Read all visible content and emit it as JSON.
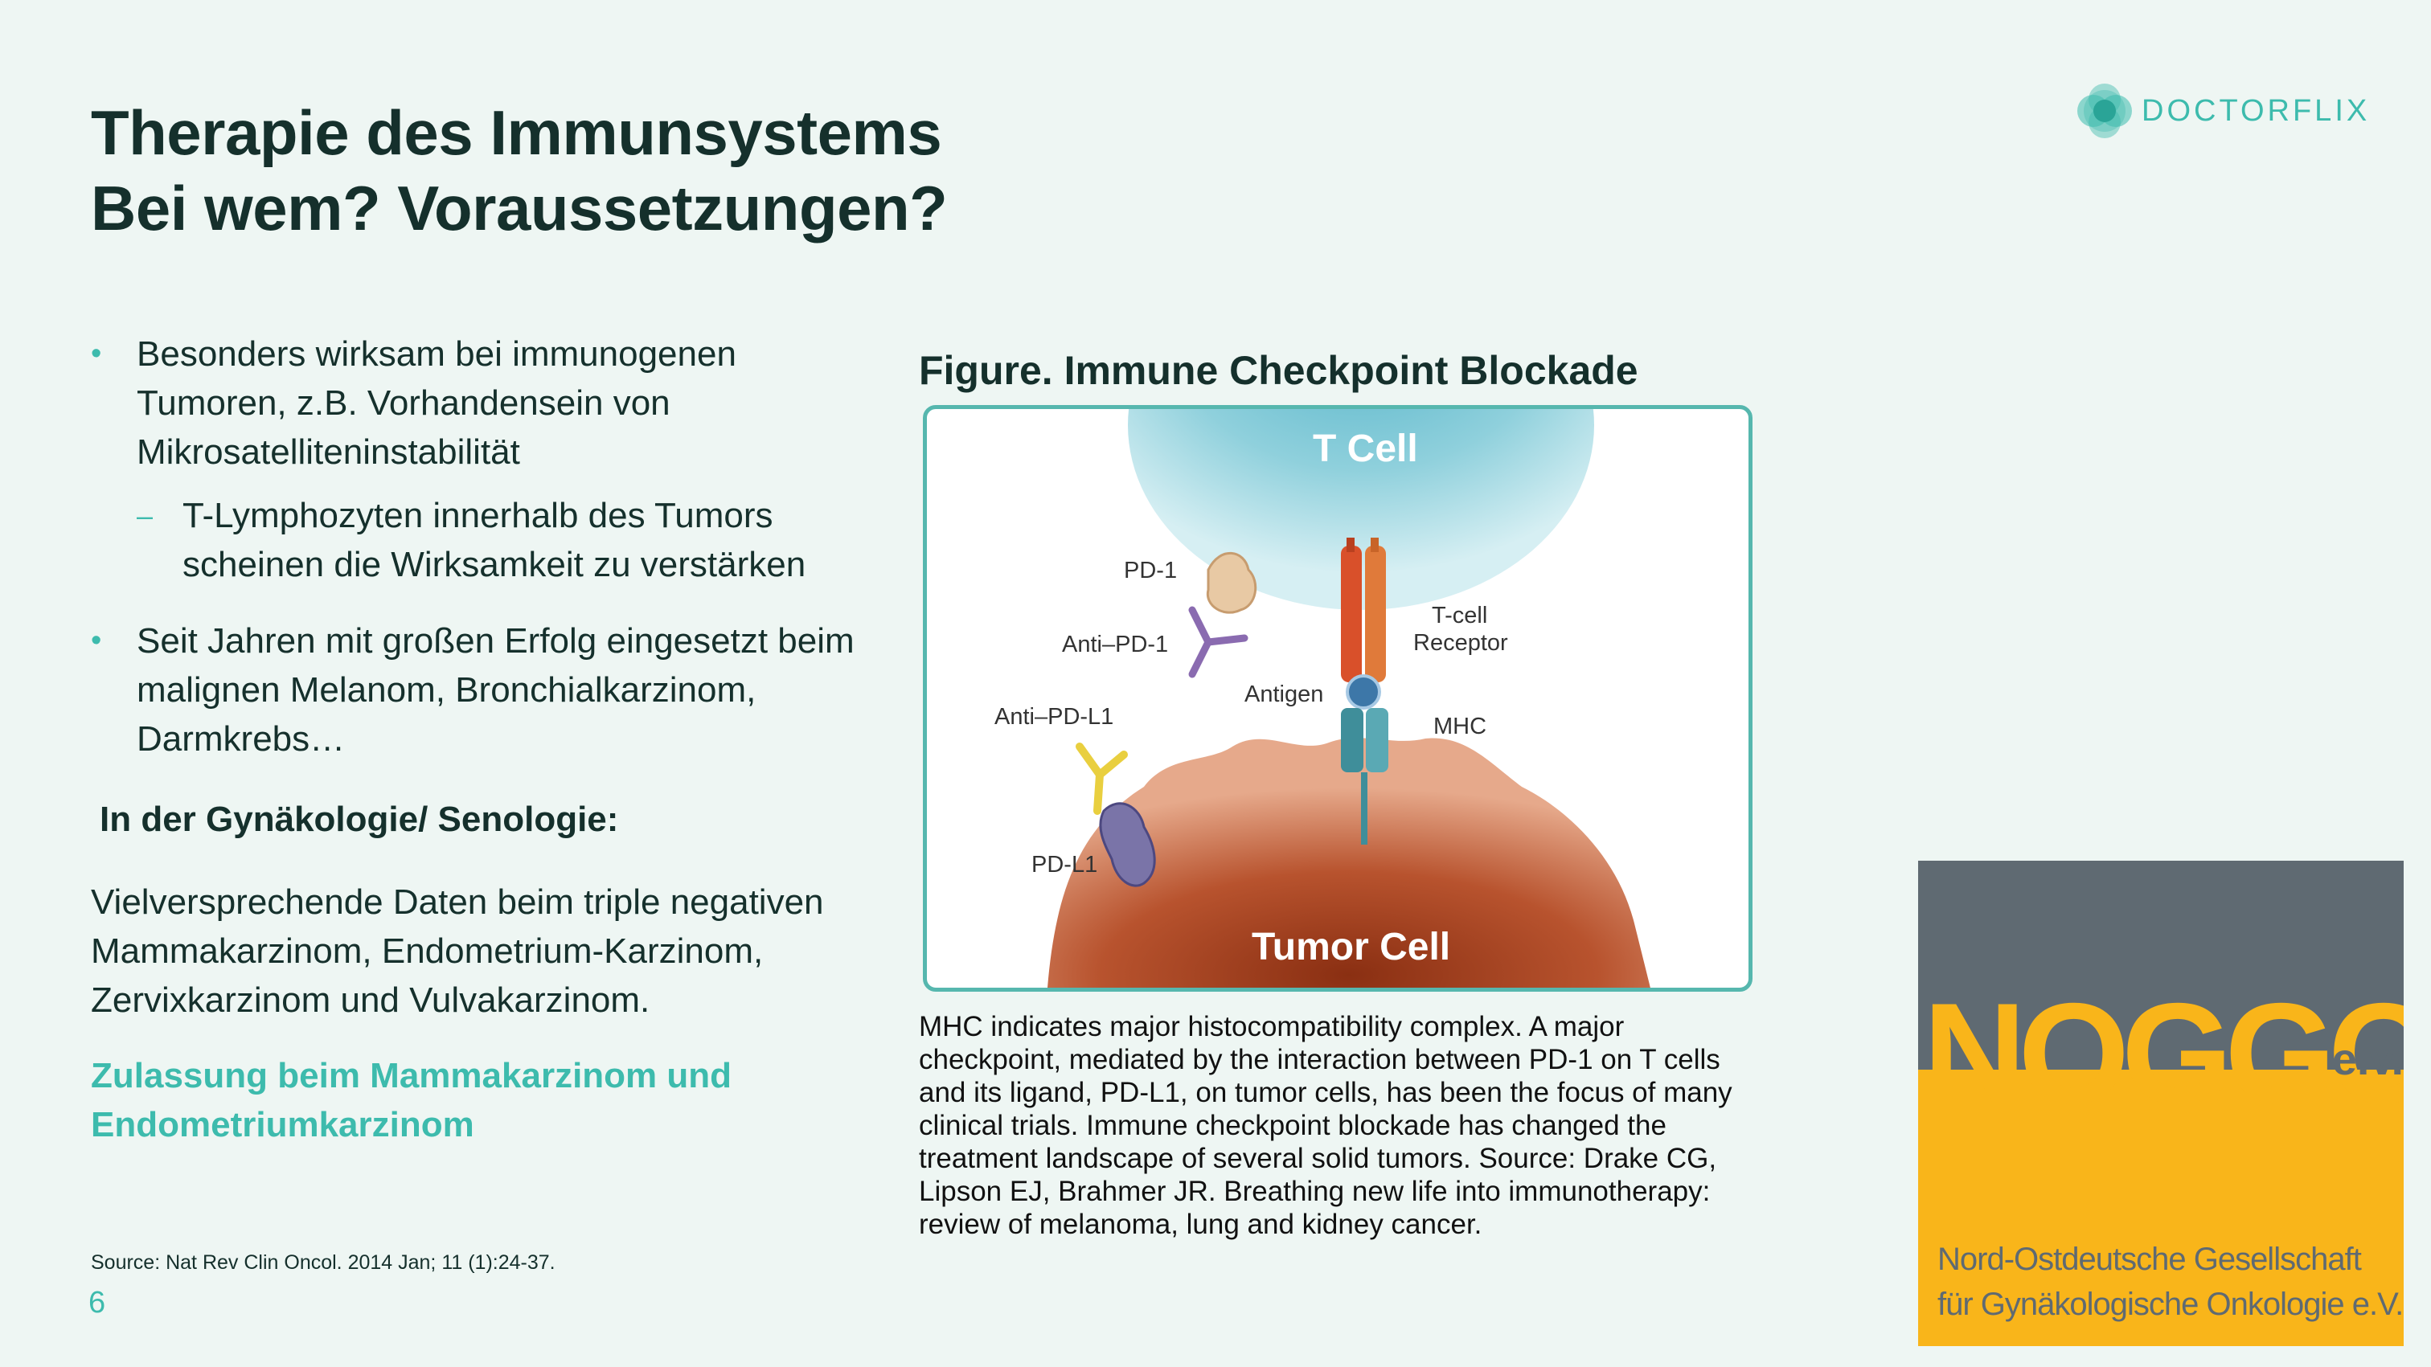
{
  "slide": {
    "title_line1": "Therapie des Immunsystems",
    "title_line2": "Bei wem? Voraussetzungen?",
    "page_number": "6"
  },
  "brand": {
    "name": "DOCTORFLIX",
    "color": "#3dbbad"
  },
  "bullets": {
    "b1": "Besonders wirksam bei immunogenen Tumoren, z.B. Vorhandensein von Mikrosatelliteninstabilität",
    "b1_sub": "T-Lymphozyten innerhalb des Tumors scheinen die Wirksamkeit zu verstärken",
    "b2": "Seit Jahren mit großen Erfolg eingesetzt beim malignen Melanom, Bronchialkarzinom, Darmkrebs…"
  },
  "gyn": {
    "heading": "In der Gynäkologie/ Senologie:",
    "text": "Vielversprechende Daten beim triple negativen Mammakarzinom, Endometrium-Karzinom, Zervixkarzinom und Vulvakarzinom.",
    "approval": "Zulassung beim Mammakarzinom und Endometriumkarzinom"
  },
  "source": "Source: Nat Rev Clin Oncol. 2014 Jan; 11 (1):24-37.",
  "figure": {
    "title": "Figure. Immune Checkpoint Blockade",
    "labels": {
      "t_cell": "T Cell",
      "tumor_cell": "Tumor Cell",
      "pd1": "PD-1",
      "anti_pd1": "Anti–PD-1",
      "antigen": "Antigen",
      "anti_pdl1": "Anti–PD-L1",
      "pdl1": "PD-L1",
      "tcr_line1": "T-cell",
      "tcr_line2": "Receptor",
      "mhc": "MHC"
    },
    "caption": "MHC indicates major histocompatibility complex. A major checkpoint, mediated by the interaction between PD-1 on T cells and its ligand, PD-L1, on tumor cells, has been the focus of many clinical trials. Immune checkpoint blockade has changed the treatment landscape of several solid tumors. Source: Drake CG, Lipson EJ, Brahmer JR. Breathing new life into immunotherapy: review of melanoma, lung and kidney cancer."
  },
  "noggo": {
    "word": "NOGGO",
    "ev": "e.v.",
    "subtitle_line1": "Nord-Ostdeutsche Gesellschaft",
    "subtitle_line2": "für Gynäkologische Onkologie e.V."
  }
}
